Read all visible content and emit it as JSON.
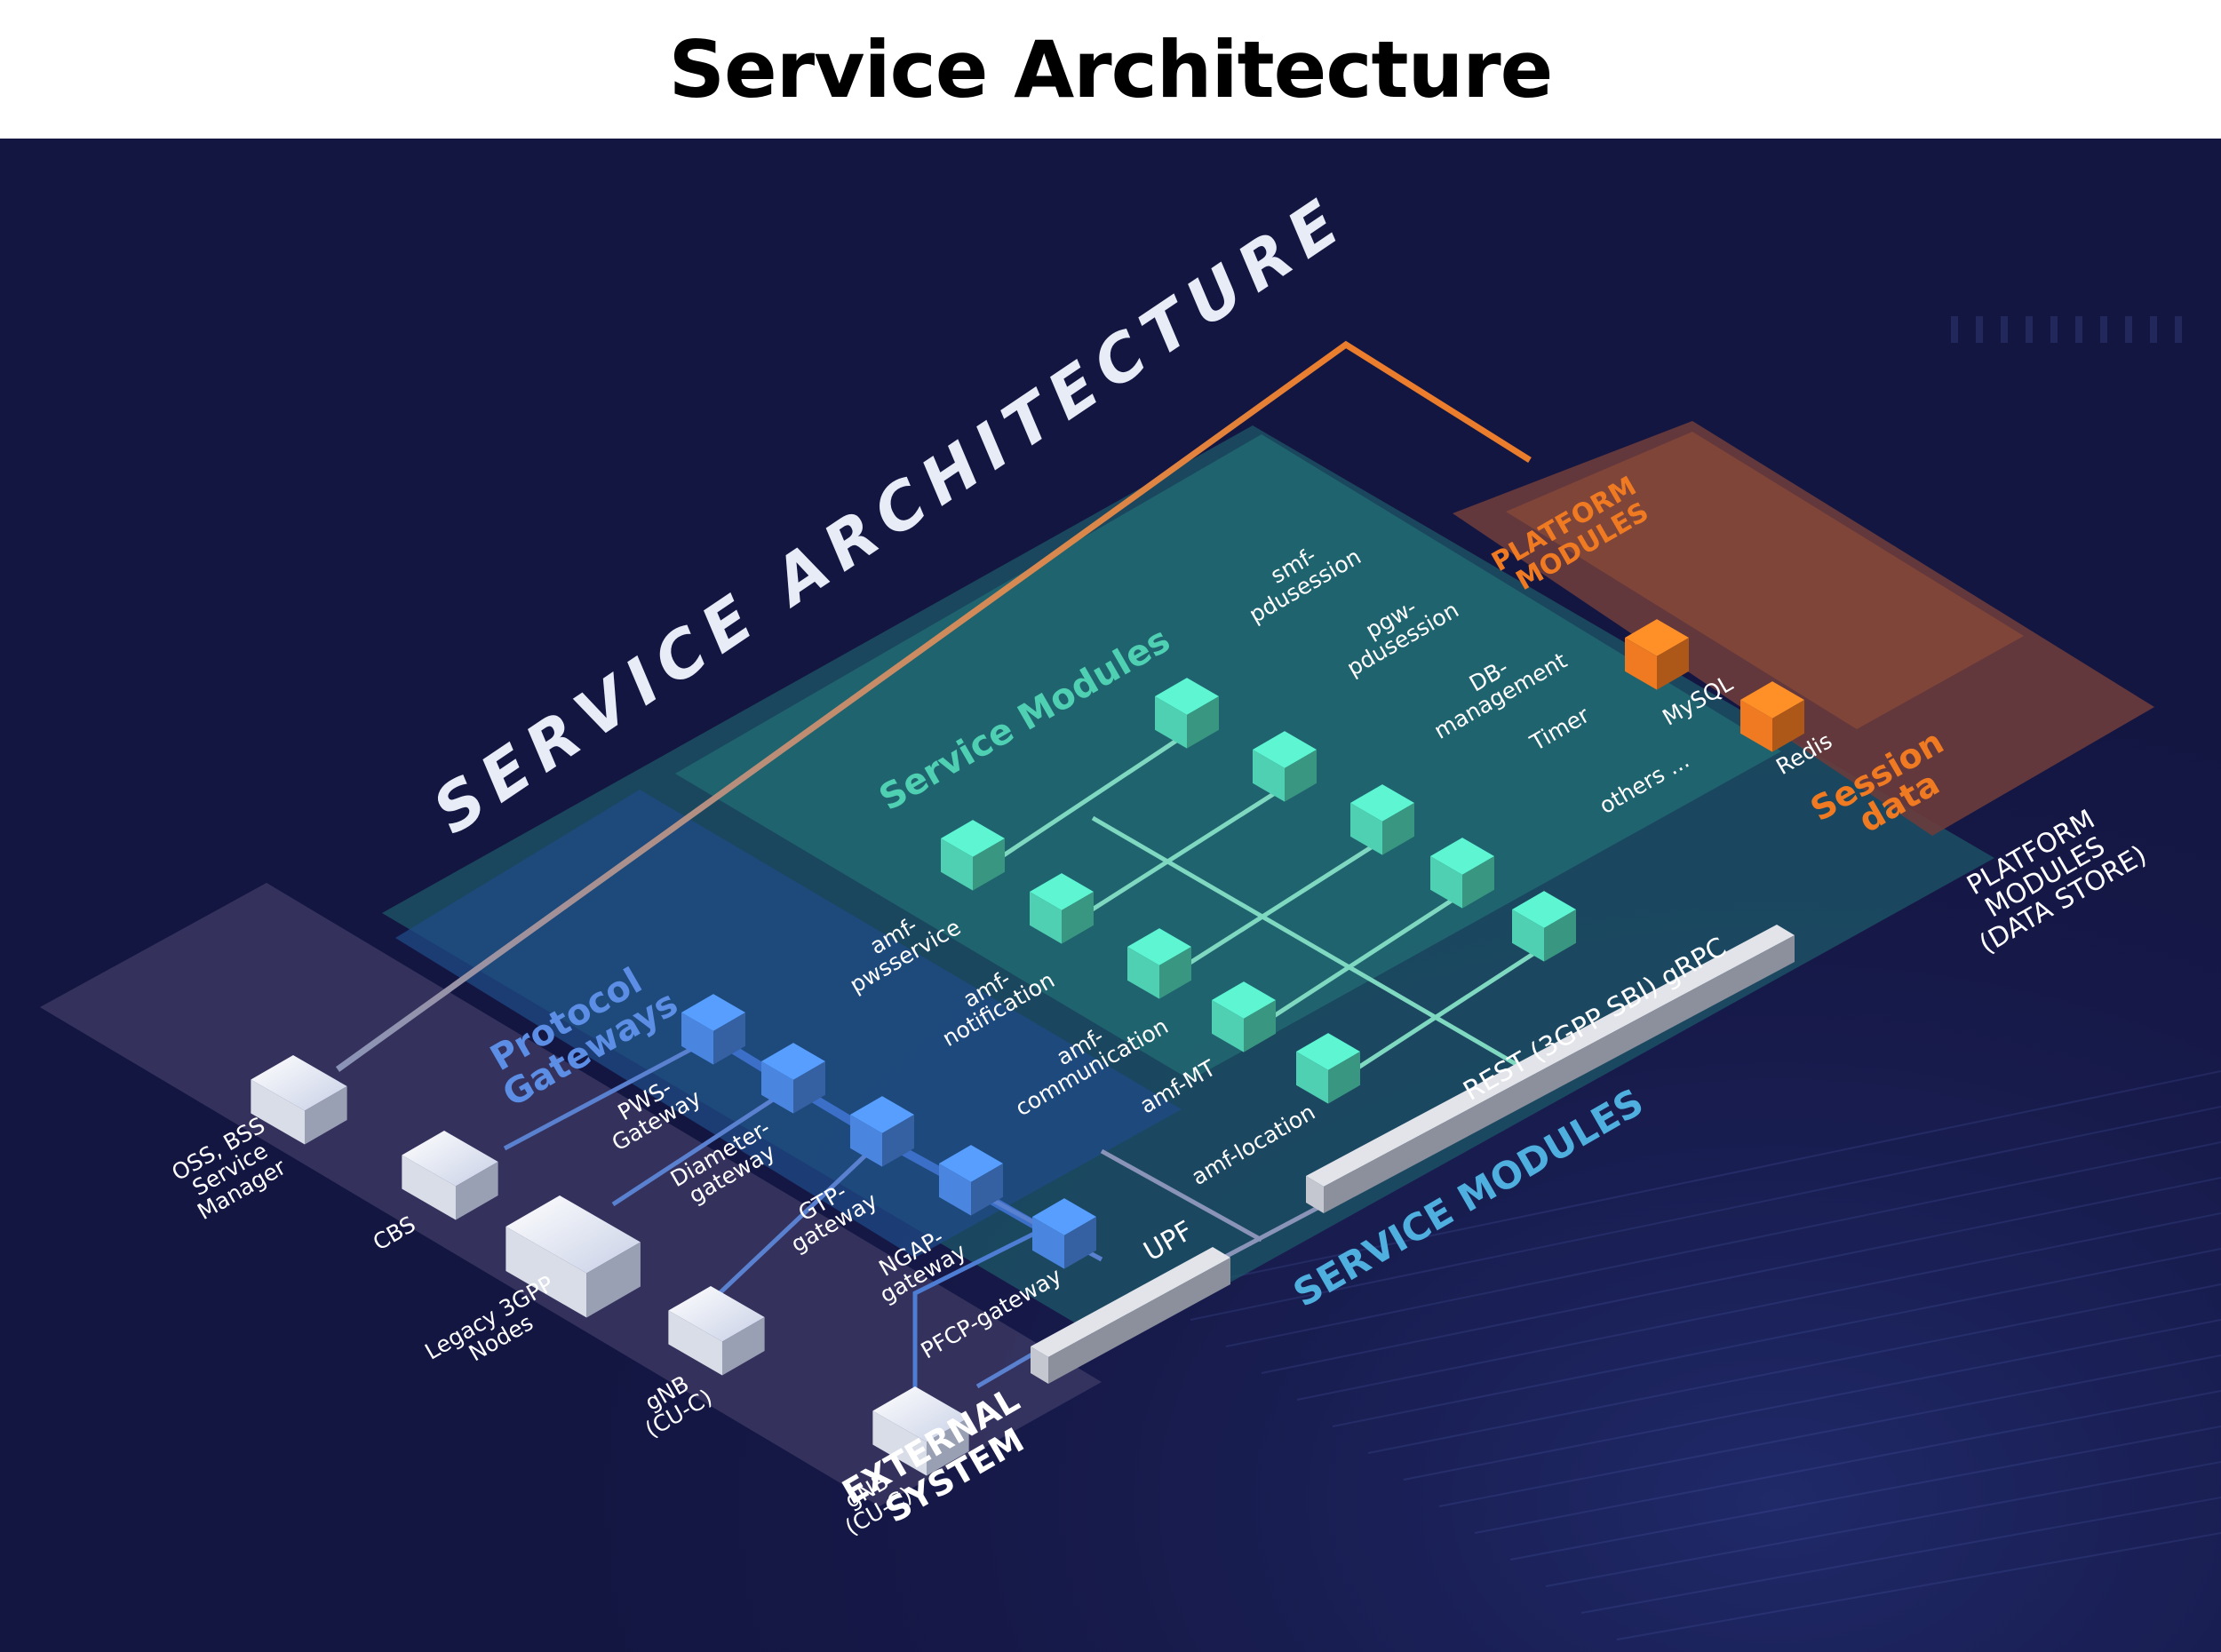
{
  "title": "Service Architecture",
  "banner": "SERVICE ARCHITECTURE",
  "colors": {
    "background": "#141642",
    "service_green": "#4fd0b2",
    "gateway_blue": "#4a86e0",
    "platform_orange": "#f07a22",
    "connector_orange": "#e8741c",
    "external_panel": "#3a3762"
  },
  "external_system": {
    "title_line1": "EXTERNAL",
    "title_line2": "SYSTEM",
    "items": [
      {
        "label_lines": [
          "OSS, BSS",
          "Service",
          "Manager"
        ]
      },
      {
        "label_lines": [
          "CBS"
        ]
      },
      {
        "label_lines": [
          "Legacy 3GPP",
          "Nodes"
        ]
      },
      {
        "label_lines": [
          "gNB",
          "(CU-C)"
        ]
      },
      {
        "label_lines": [
          "gNB",
          "(CU-C)"
        ]
      }
    ]
  },
  "protocol_gateways": {
    "title_line1": "Protocol",
    "title_line2": "Gateways",
    "items": [
      {
        "label_lines": [
          "PWS-",
          "Gateway"
        ]
      },
      {
        "label_lines": [
          "Diameter-",
          "gateway"
        ]
      },
      {
        "label_lines": [
          "GTP-",
          "gateway"
        ]
      },
      {
        "label_lines": [
          "NGAP-",
          "gateway"
        ]
      },
      {
        "label_lines": [
          "PFCP-gateway"
        ]
      }
    ]
  },
  "service_modules": {
    "title": "Service Modules",
    "region_label": "SERVICE MODULES",
    "modules": [
      {
        "label_lines": [
          "smf-",
          "pdusession"
        ]
      },
      {
        "label_lines": [
          "pgw-",
          "pdusession"
        ]
      },
      {
        "label_lines": [
          "DB-",
          "management"
        ]
      },
      {
        "label_lines": [
          "Timer"
        ]
      },
      {
        "label_lines": [
          "others ..."
        ]
      },
      {
        "label_lines": [
          "amf-",
          "pwsservice"
        ]
      },
      {
        "label_lines": [
          "amf-",
          "notification"
        ]
      },
      {
        "label_lines": [
          "amf-",
          "communication"
        ]
      },
      {
        "label_lines": [
          "amf-MT"
        ]
      },
      {
        "label_lines": [
          "amf-location"
        ]
      }
    ],
    "bus_label": "REST (3GPP SBI) gRPC",
    "upf_label": "UPF"
  },
  "platform_modules": {
    "title_line1": "PLATFORM",
    "title_line2": "MODULES",
    "stores": [
      {
        "label": "MySQL"
      },
      {
        "label": "Redis"
      }
    ],
    "session_line1": "Session",
    "session_line2": "data",
    "caption_lines": [
      "PLATFORM",
      "MODULES",
      "(DATA STORE)"
    ]
  }
}
